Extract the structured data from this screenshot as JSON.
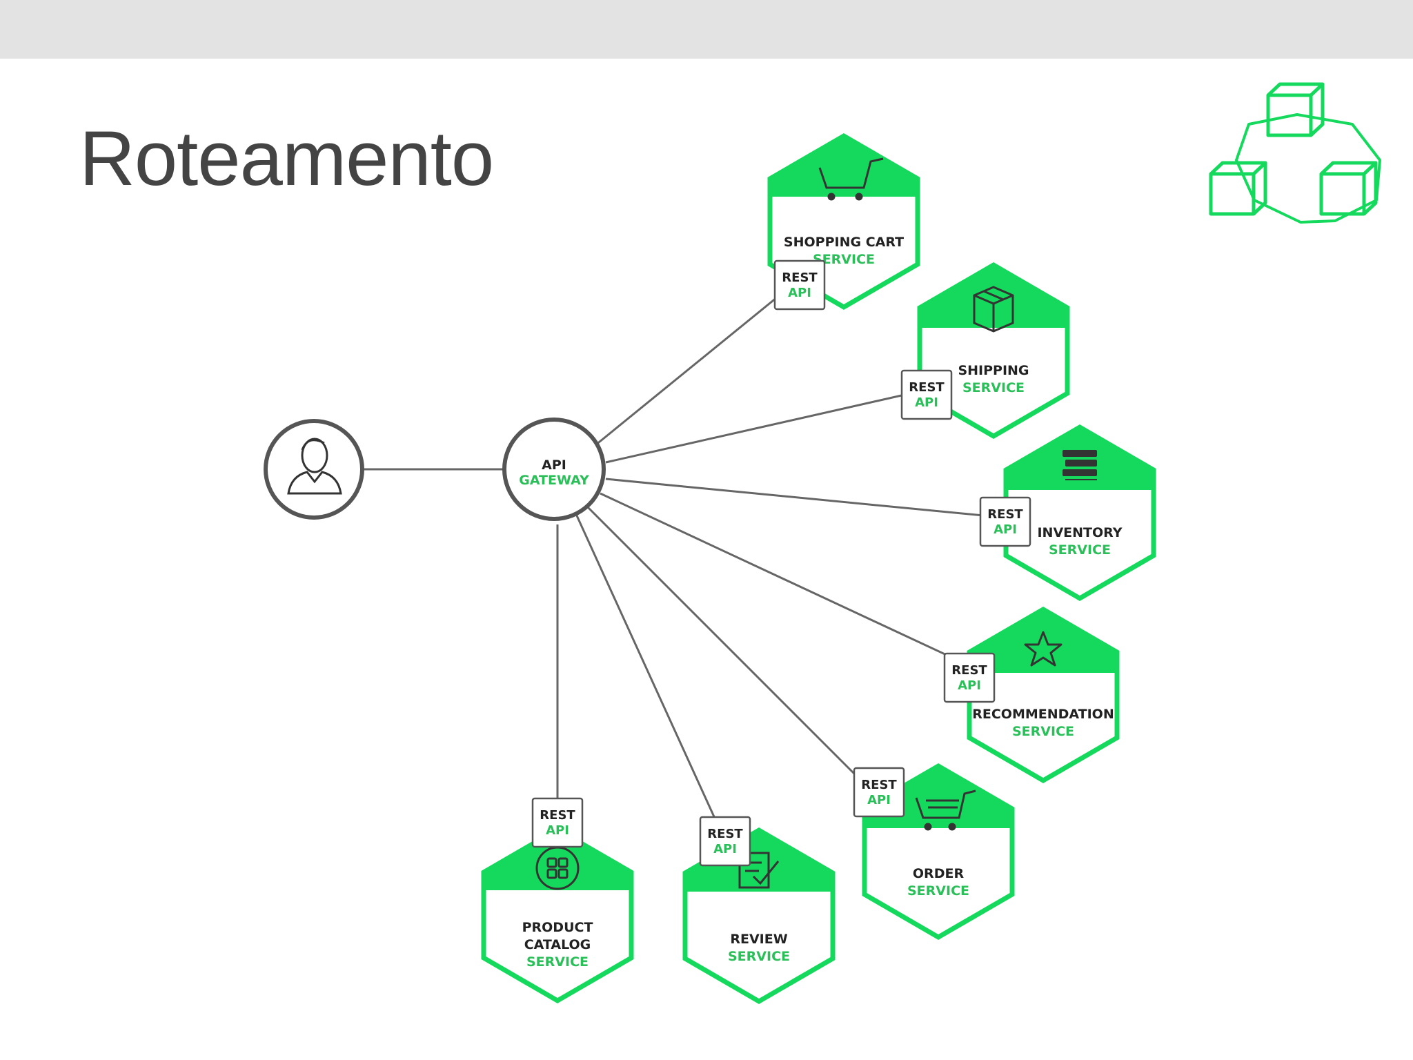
{
  "slide": {
    "title": "Roteamento"
  },
  "client": {
    "icon": "user-icon"
  },
  "gateway": {
    "line1": "API",
    "line2": "GATEWAY"
  },
  "rest": {
    "line1": "REST",
    "line2": "API"
  },
  "services": [
    {
      "id": "shopping-cart",
      "icon": "cart-icon",
      "line1": "SHOPPING CART",
      "line2": "SERVICE"
    },
    {
      "id": "shipping",
      "icon": "package-icon",
      "line1": "SHIPPING",
      "line2": "SERVICE"
    },
    {
      "id": "inventory",
      "icon": "stack-icon",
      "line1": "INVENTORY",
      "line2": "SERVICE"
    },
    {
      "id": "recommendation",
      "icon": "star-icon",
      "line1": "RECOMMENDATION",
      "line2": "SERVICE"
    },
    {
      "id": "order",
      "icon": "order-cart-icon",
      "line1": "ORDER",
      "line2": "SERVICE"
    },
    {
      "id": "review",
      "icon": "review-icon",
      "line1": "REVIEW",
      "line2": "SERVICE"
    },
    {
      "id": "product-catalog",
      "icon": "catalog-icon",
      "line1": "PRODUCT",
      "line2": "CATALOG",
      "line3": "SERVICE"
    }
  ],
  "logo": {
    "icon": "microservices-cubes-logo"
  },
  "colors": {
    "green": "#15d95c",
    "text_green": "#2bbf5a",
    "dark": "#222222",
    "title": "#444444",
    "line": "#666666"
  }
}
